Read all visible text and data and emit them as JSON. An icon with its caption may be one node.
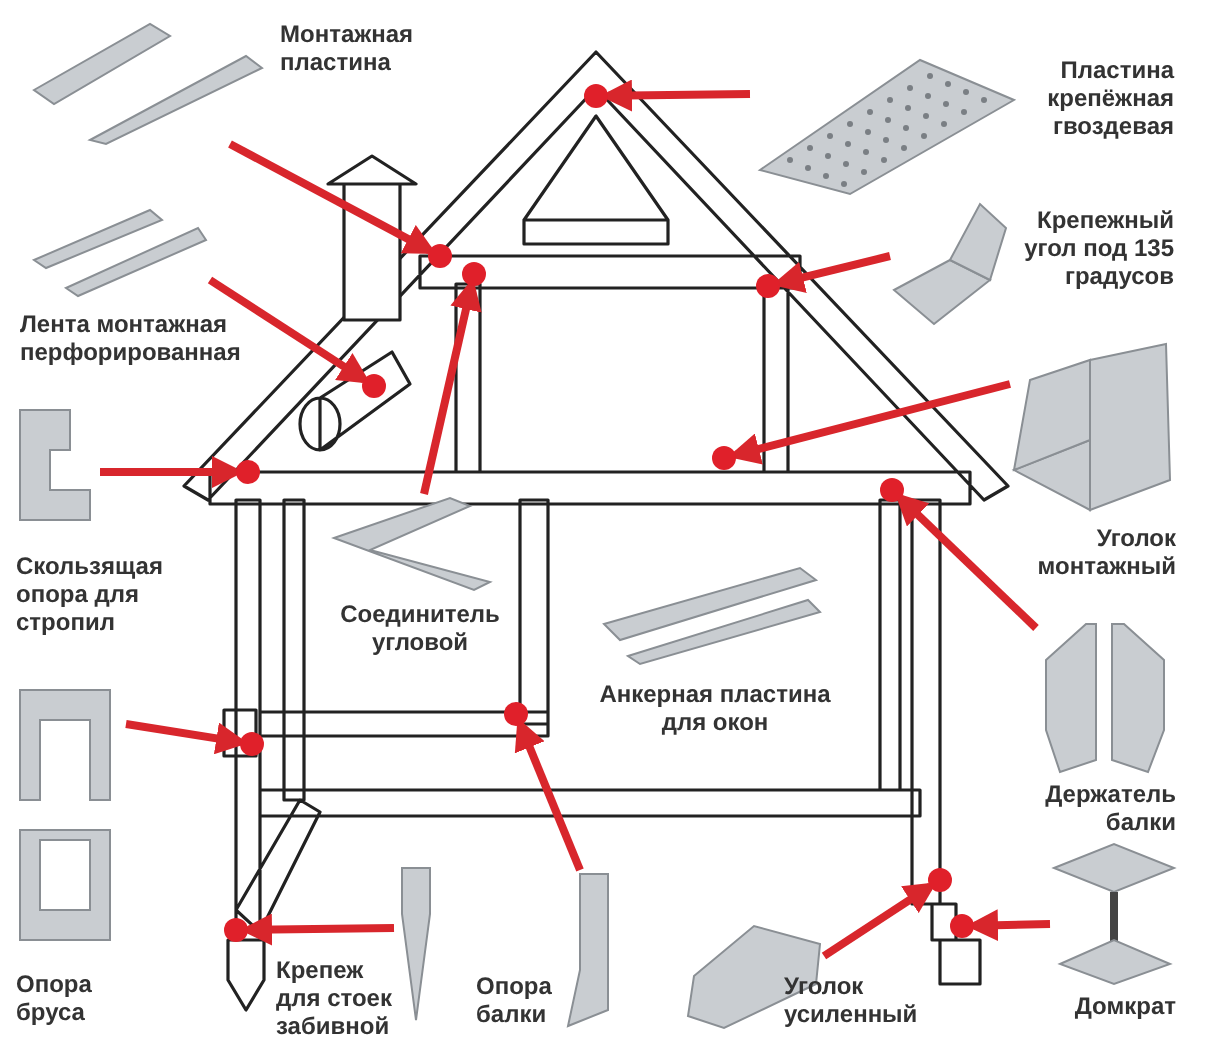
{
  "diagram": {
    "nodes": [
      {
        "text": [
          "Монтажная пластина"
        ]
      },
      {
        "text": [
          "Пластина крепёжная гвоздевая"
        ]
      },
      {
        "text": [
          "Крепежный угол под 135 градусов"
        ]
      },
      {
        "text": [
          "Лента монтажная перфорированная"
        ]
      },
      {
        "text": [
          "Скользящая опора для стропил"
        ]
      },
      {
        "text": [
          "Соединитель угловой"
        ]
      },
      {
        "text": [
          "Уголок монтажный"
        ]
      },
      {
        "text": [
          "Держатель балки"
        ]
      },
      {
        "text": [
          "Опора бруса"
        ]
      },
      {
        "text": [
          "Крепеж для стоек забивной"
        ]
      },
      {
        "text": [
          "Опора балки"
        ]
      },
      {
        "text": [
          "Уголок усиленный"
        ]
      },
      {
        "text": [
          "Домкрат"
        ]
      },
      {
        "text": [],
        "shape": "circle"
      },
      {
        "text": [],
        "shape": "circle"
      },
      {
        "text": [],
        "shape": "circle"
      },
      {
        "text": [],
        "shape": "circle"
      },
      {
        "text": [],
        "shape": "circle"
      },
      {
        "text": [],
        "shape": "circle"
      },
      {
        "text": [],
        "shape": "circle"
      },
      {
        "text": [],
        "shape": "circle"
      },
      {
        "text": [],
        "shape": "circle"
      },
      {
        "text": [],
        "shape": "circle"
      },
      {
        "text": [],
        "shape": "circle"
      },
      {
        "text": [],
        "shape": "circle"
      },
      {
        "text": [],
        "shape": "circle"
      }
    ],
    "edges": [
      {
        "from": 0,
        "to": 14,
        "arrow": "to"
      },
      {
        "from": 1,
        "to": 13,
        "arrow": "to"
      },
      {
        "from": 2,
        "to": 16,
        "arrow": "to"
      },
      {
        "from": 3,
        "to": 17,
        "arrow": "to"
      },
      {
        "from": 4,
        "to": 19,
        "arrow": "to"
      },
      {
        "from": 5,
        "to": 15,
        "arrow": "to"
      },
      {
        "from": 6,
        "to": 18,
        "arrow": "to"
      },
      {
        "from": 7,
        "to": 20,
        "arrow": "to"
      },
      {
        "from": 8,
        "to": 22,
        "arrow": "to"
      },
      {
        "from": 9,
        "to": 25,
        "arrow": "to"
      },
      {
        "from": 10,
        "to": 21,
        "arrow": "to"
      },
      {
        "from": 11,
        "to": 23,
        "arrow": "to"
      },
      {
        "from": 12,
        "to": 24,
        "arrow": "to"
      }
    ],
    "labels": [
      "Анкерная пластина для окон"
    ]
  }
}
